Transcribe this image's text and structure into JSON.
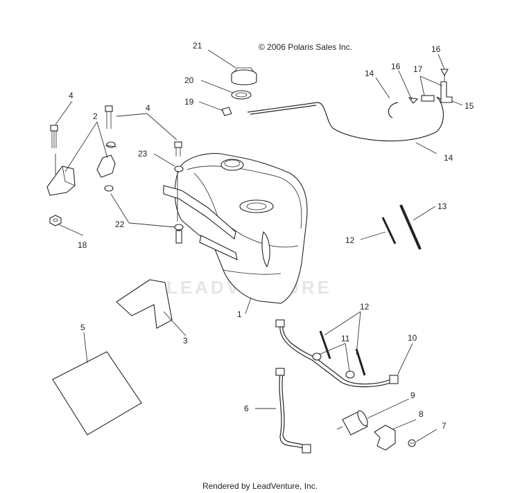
{
  "copyright": "© 2006 Polaris Sales Inc.",
  "footer": "Rendered by LeadVenture, Inc.",
  "watermark": "LEADVENTURE",
  "callouts": {
    "c1": "1",
    "c2": "2",
    "c3": "3",
    "c4a": "4",
    "c4b": "4",
    "c5": "5",
    "c6": "6",
    "c7": "7",
    "c8": "8",
    "c9": "9",
    "c10": "10",
    "c11": "11",
    "c12a": "12",
    "c12b": "12",
    "c13": "13",
    "c14a": "14",
    "c14b": "14",
    "c15": "15",
    "c16a": "16",
    "c16b": "16",
    "c17": "17",
    "c18": "18",
    "c19": "19",
    "c20": "20",
    "c21": "21",
    "c22": "22",
    "c23": "23"
  }
}
